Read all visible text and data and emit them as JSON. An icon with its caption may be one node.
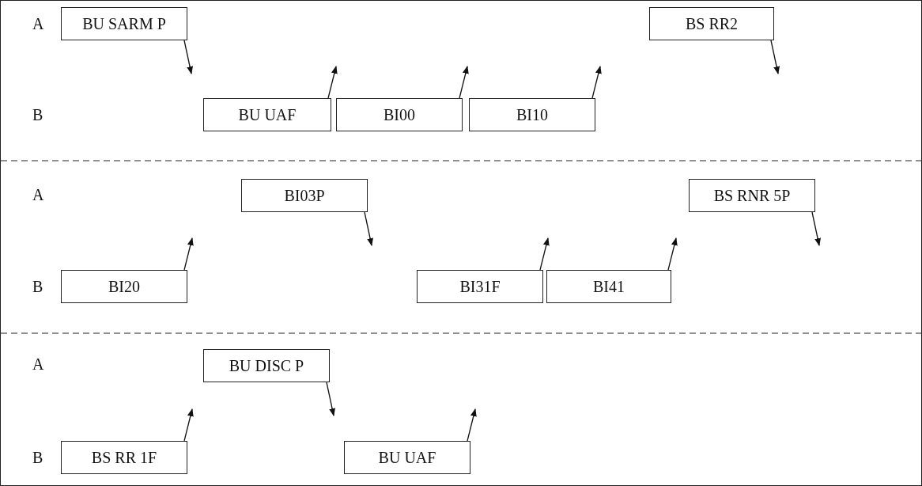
{
  "diagram": {
    "nodes": [
      {
        "text": [
          "BU SARM P"
        ]
      },
      {
        "text": [
          "BS RR2"
        ]
      },
      {
        "text": [
          "BU UAF"
        ]
      },
      {
        "text": [
          "BI00"
        ]
      },
      {
        "text": [
          "BI10"
        ]
      },
      {
        "text": [
          "BI03P"
        ]
      },
      {
        "text": [
          "BS RNR 5P"
        ]
      },
      {
        "text": [
          "BI20"
        ]
      },
      {
        "text": [
          "BI31F"
        ]
      },
      {
        "text": [
          "BI41"
        ]
      },
      {
        "text": [
          "BU DISC P"
        ]
      },
      {
        "text": [
          "BS RR 1F"
        ]
      },
      {
        "text": [
          "BU UAF"
        ]
      }
    ],
    "edges": [
      {
        "from": 0,
        "to": null,
        "arrow": "to"
      },
      {
        "from": 1,
        "to": null,
        "arrow": "to"
      },
      {
        "from": 2,
        "to": null,
        "arrow": "to"
      },
      {
        "from": 3,
        "to": null,
        "arrow": "to"
      },
      {
        "from": 4,
        "to": null,
        "arrow": "to"
      },
      {
        "from": 5,
        "to": null,
        "arrow": "to"
      },
      {
        "from": 6,
        "to": null,
        "arrow": "to"
      },
      {
        "from": 7,
        "to": null,
        "arrow": "to"
      },
      {
        "from": 8,
        "to": null,
        "arrow": "to"
      },
      {
        "from": 9,
        "to": null,
        "arrow": "to"
      },
      {
        "from": 10,
        "to": null,
        "arrow": "to"
      },
      {
        "from": 11,
        "to": null,
        "arrow": "to"
      },
      {
        "from": 12,
        "to": null,
        "arrow": "to"
      }
    ],
    "labels": [
      "A",
      "B",
      "A",
      "B",
      "A",
      "B"
    ]
  }
}
